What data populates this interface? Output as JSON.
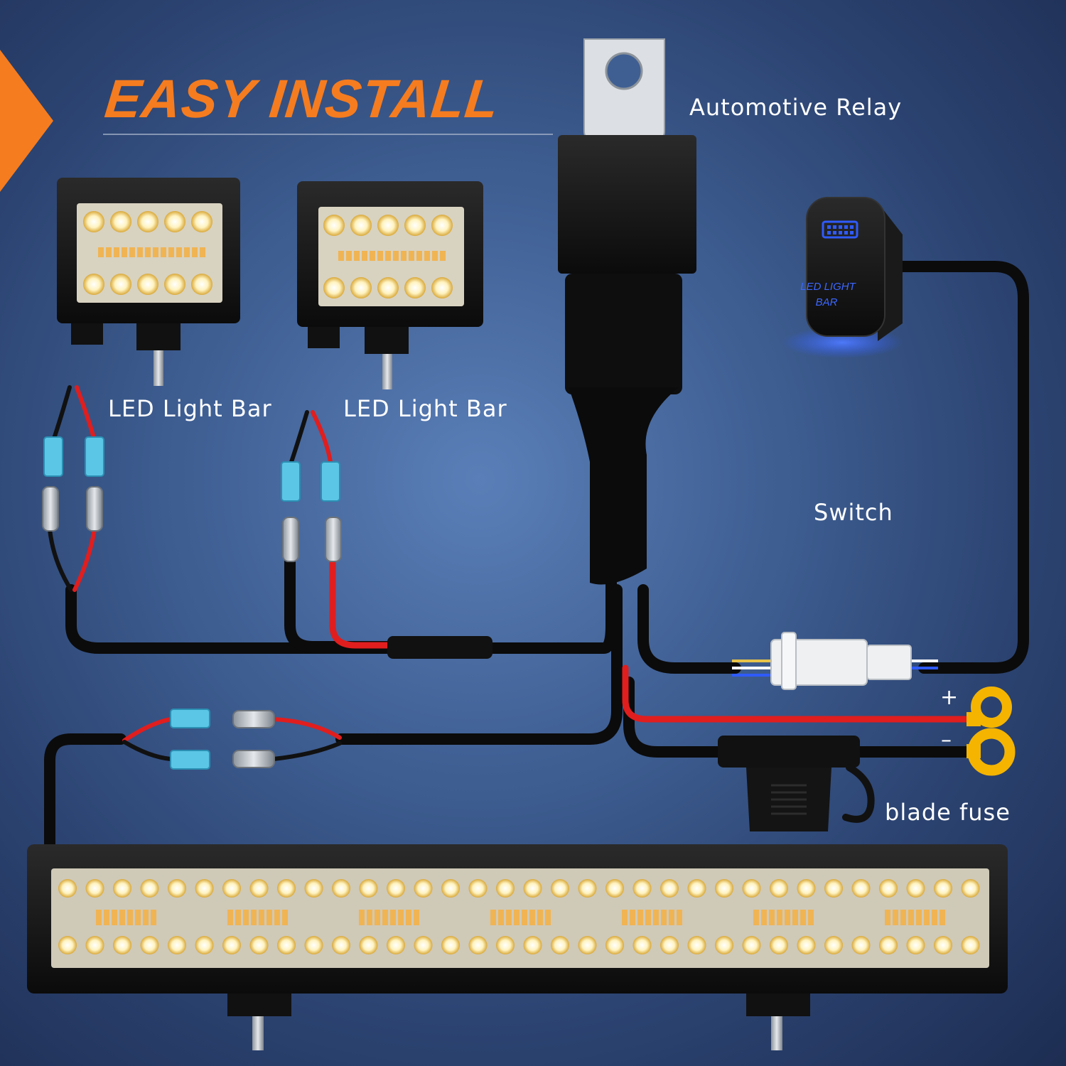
{
  "title": "EASY INSTALL",
  "labels": {
    "relay": "Automotive Relay",
    "light_bar_left": "LED Light Bar",
    "light_bar_right": "LED Light Bar",
    "switch": "Switch",
    "fuse": "blade fuse"
  },
  "switch_face": {
    "line1": "LED LIGHT",
    "line2": "BAR"
  },
  "battery": {
    "positive": "+",
    "negative": "–"
  },
  "colors": {
    "accent": "#f57c1f",
    "wire_black": "#0b0b0b",
    "wire_red": "#e01e1e",
    "terminal_blue": "#5cc6e6",
    "ring_yellow": "#f4b400",
    "switch_glow": "#2f5bff"
  }
}
